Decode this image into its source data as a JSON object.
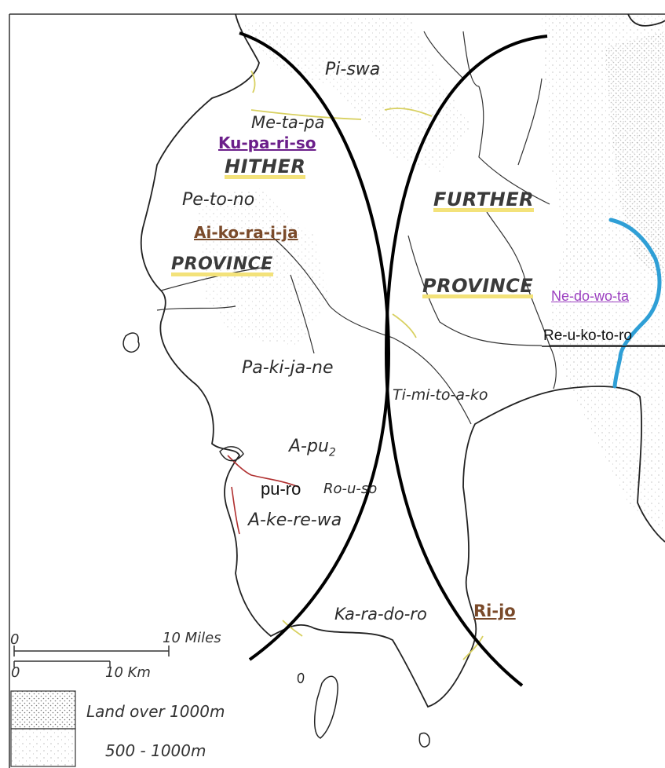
{
  "map": {
    "regions": {
      "hither": "HITHER",
      "province_left": "PROVINCE",
      "further": "FURTHER",
      "province_right": "PROVINCE"
    },
    "places": {
      "pi_swa": "Pi-swa",
      "me_ta_pa": "Me-ta-pa",
      "ku_pa_ri_so": "Ku-pa-ri-so",
      "pe_to_no": "Pe-to-no",
      "ai_ko_ra_i_ja": "Ai-ko-ra-i-ja",
      "pa_ki_ja_ne": "Pa-ki-ja-ne",
      "ti_mi_to_a_ko": "Ti-mi-to-a-ko",
      "a_pu": "A-pu",
      "a_pu_sub": "2",
      "pu_ro": "pu-ro",
      "ro_u_so": "Ro-u-so",
      "a_ke_re_wa": "A-ke-re-wa",
      "ka_ra_do_ro": "Ka-ra-do-ro",
      "ri_jo": "Ri-jo",
      "ne_do_wo_ta": "Ne-do-wo-ta",
      "re_u_ko_to_ro": "Re-u-ko-to-ro"
    },
    "scale": {
      "miles_zero": "0",
      "miles_label": "10 Miles",
      "km_zero": "0",
      "km_label": "10 Km"
    },
    "legend": {
      "high": "Land over 1000m",
      "mid": "500 - 1000m"
    },
    "colors": {
      "coast": "#222222",
      "river_blue": "#2f9fd6",
      "highlight": "#f3e27a",
      "boundary_curve": "#000000",
      "road_red": "#b03030",
      "road_yellow": "#d8d060"
    }
  }
}
